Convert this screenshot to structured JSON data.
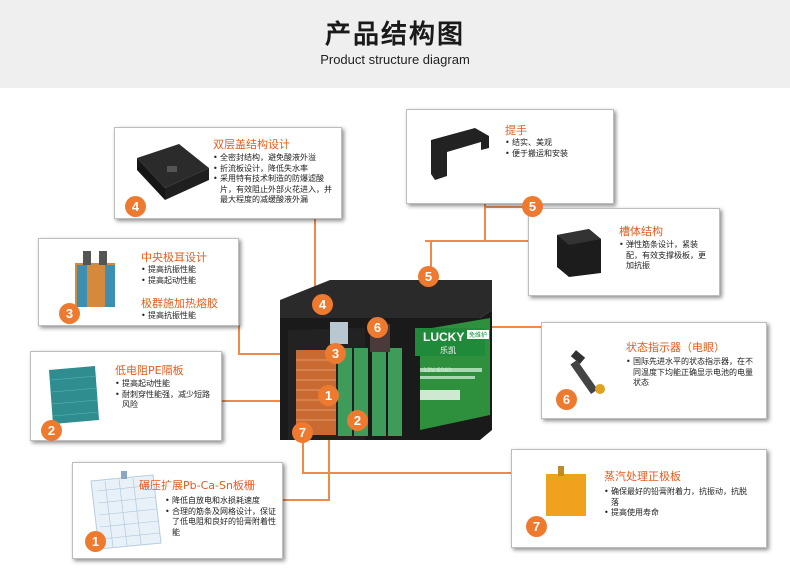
{
  "header": {
    "title": "产品结构图",
    "subtitle": "Product structure diagram"
  },
  "battery": {
    "brand": "LUCKY",
    "brand_cn": "乐凯",
    "tag": "免维护",
    "spec": "12V 60Ah"
  },
  "callouts": [
    {
      "id": "cover",
      "number": "4",
      "title": "双层盖结构设计",
      "points": [
        "全密封结构，避免酸液外溢",
        "折流板设计，降低失水率",
        "采用特有技术制造的防爆滤酸片，有效阻止外部火花进入，并最大程度的减缓酸液外漏"
      ]
    },
    {
      "id": "terminal",
      "number": "3",
      "title": "中央极耳设计",
      "points": [
        "提高抗振性能",
        "提高起动性能"
      ],
      "title2": "极群施加热熔胶",
      "points2": [
        "提高抗振性能"
      ]
    },
    {
      "id": "separator",
      "number": "2",
      "title": "低电阻PE隔板",
      "points": [
        "提高起动性能",
        "耐刺穿性能强，减少短路风险"
      ]
    },
    {
      "id": "grid",
      "number": "1",
      "title": "碾压扩展Pb-Ca-Sn板栅",
      "points": [
        "降低自放电和水损耗速度",
        "合理的筋条及网格设计，保证了低电阻和良好的铅膏附着性能"
      ]
    },
    {
      "id": "handle",
      "number": "5",
      "title": "提手",
      "points": [
        "结实、美观",
        "便于搬运和安装"
      ]
    },
    {
      "id": "case",
      "number": "5",
      "title": "槽体结构",
      "points": [
        "弹性筋条设计，紧装配，有效支撑极板，更加抗振"
      ]
    },
    {
      "id": "indicator",
      "number": "6",
      "title": "状态指示器（电眼）",
      "points": [
        "国际先进水平的状态指示器，在不同温度下均能正确显示电池的电量状态"
      ]
    },
    {
      "id": "plate",
      "number": "7",
      "title": "蒸汽处理正极板",
      "points": [
        "确保最好的铅膏附着力，抗振动，抗脱落",
        "提高使用寿命"
      ]
    }
  ],
  "markers": [
    "4",
    "5",
    "6",
    "3",
    "2",
    "1",
    "7"
  ],
  "colors": {
    "accent": "#e25c1e",
    "badge": "#ee7a30",
    "line": "#ef8a4a",
    "battery_label": "#1f8a3a"
  }
}
